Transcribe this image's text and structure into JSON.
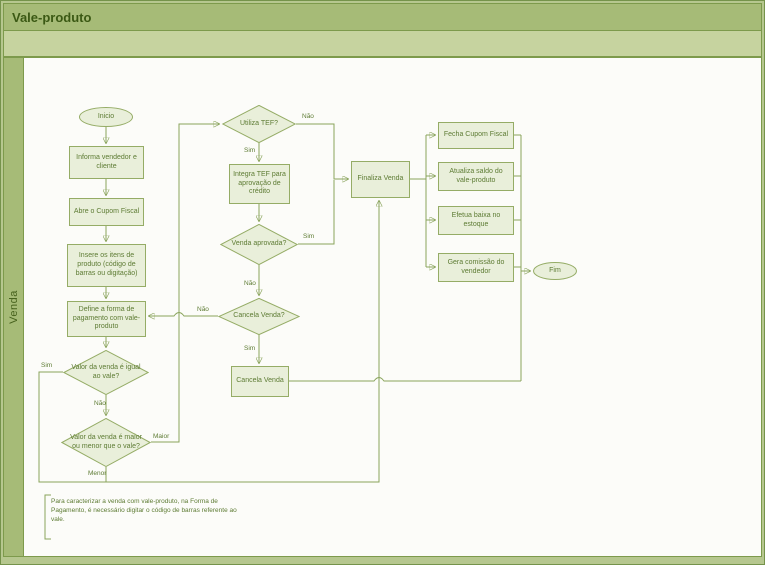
{
  "title": "Vale-produto",
  "lane": {
    "label": "Venda"
  },
  "nodes": {
    "inicio": {
      "label": "Inicio"
    },
    "informa": {
      "label": "Informa vendedor e cliente"
    },
    "abre": {
      "label": "Abre o Cupom Fiscal"
    },
    "insere": {
      "label": "Insere os itens de produto (código de barras ou digitação)"
    },
    "define": {
      "label": "Define a forma de pagamento com vale-produto"
    },
    "valor_igual": {
      "label": "Valor da venda é igual ao vale?"
    },
    "valor_maior_menor": {
      "label": "Valor da venda é maior ou menor que o vale?"
    },
    "utiliza_tef": {
      "label": "Utiliza TEF?"
    },
    "integra_tef": {
      "label": "Integra TEF para aprovação de crédito"
    },
    "venda_aprovada": {
      "label": "Venda aprovada?"
    },
    "cancela_venda_q": {
      "label": "Cancela Venda?"
    },
    "cancela_venda": {
      "label": "Cancela Venda"
    },
    "finaliza": {
      "label": "Finaliza Venda"
    },
    "fecha_cupom": {
      "label": "Fecha Cupom Fiscal"
    },
    "atualiza_saldo": {
      "label": "Atualiza saldo do vale-produto"
    },
    "efetua_baixa": {
      "label": "Efetua baixa no estoque"
    },
    "gera_comissao": {
      "label": "Gera comissão do vendedor"
    },
    "fim": {
      "label": "Fim"
    }
  },
  "edge_labels": {
    "igual_sim": "Sim",
    "igual_nao": "Não",
    "maior": "Maior",
    "menor": "Menor",
    "tef_nao": "Não",
    "tef_sim": "Sim",
    "aprovada_sim": "Sim",
    "aprovada_nao": "Não",
    "cancela_nao": "Não",
    "cancela_sim": "Sim"
  },
  "note": {
    "text": "Para caracterizar a venda com vale-produto, na Forma de Pagamento, é necessário digitar o código de barras referente ao vale."
  },
  "colors": {
    "header": "#a6bb77",
    "band": "#c6d39f",
    "node_fill": "#e9efda",
    "node_border": "#95ac66",
    "connector": "#8aa45c",
    "text": "#5d7b33",
    "title_text": "#3b5914"
  }
}
